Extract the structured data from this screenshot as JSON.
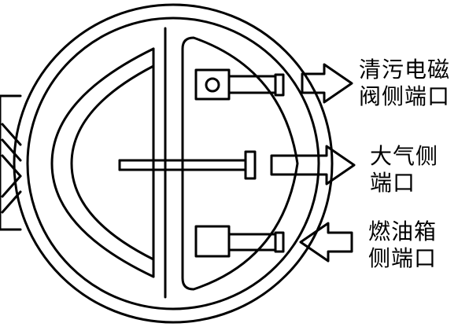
{
  "colors": {
    "line": "#000000",
    "background": "#ffffff"
  },
  "labels": {
    "purge_valve_port": [
      "清污电磁",
      "阀侧端口"
    ],
    "atmosphere_port": [
      "大气侧",
      "端口"
    ],
    "fuel_tank_port": [
      "燃油箱",
      "侧端口"
    ]
  }
}
